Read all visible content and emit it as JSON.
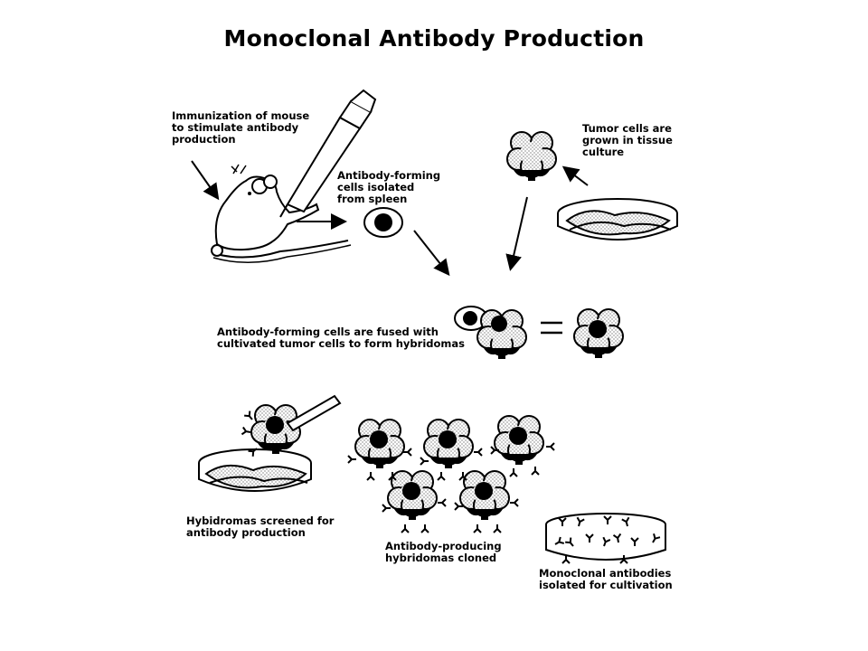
{
  "title": "Monoclonal Antibody Production",
  "labels": {
    "immunization": [
      "Immunization of mouse",
      "to stimulate antibody",
      "production"
    ],
    "antibody_forming_cells": [
      "Antibody-forming",
      "cells  isolated",
      "from spleen"
    ],
    "tumor_cells": [
      "Tumor cells are",
      "grown in tissue",
      "culture"
    ],
    "fusion": [
      "Antibody-forming cells are fused with",
      "cultivated tumor cells to form hybridomas"
    ],
    "screened": [
      "Hybidromas screened for",
      "antibody  production"
    ],
    "cloned": [
      "Antibody-producing",
      "hybridomas cloned"
    ],
    "isolated": [
      "Monoclonal antibodies",
      "isolated for cultivation"
    ]
  },
  "equals_sign": "="
}
